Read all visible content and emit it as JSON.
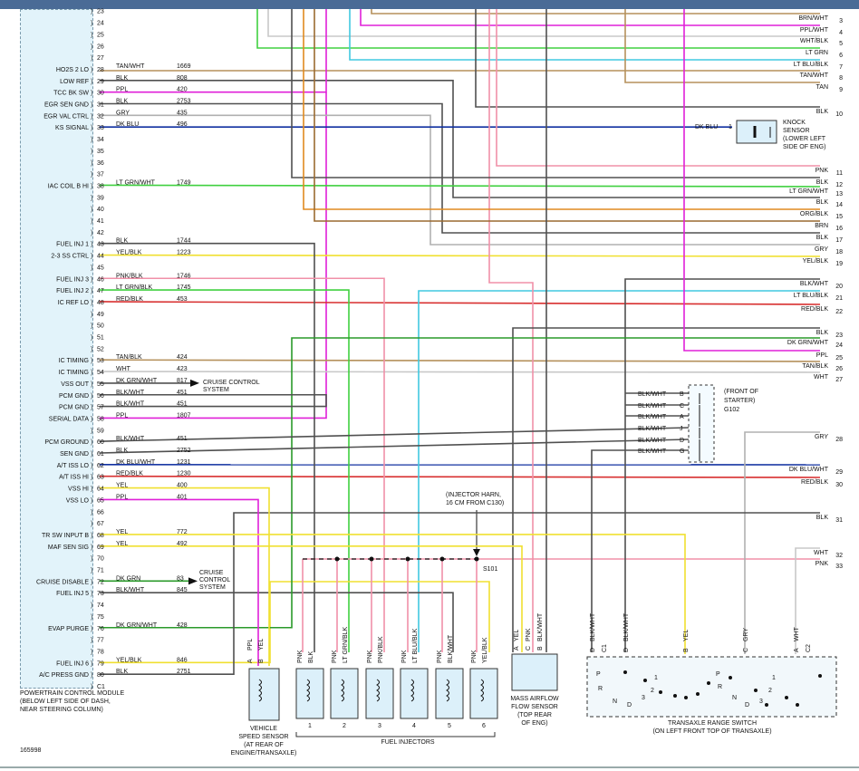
{
  "pcm": {
    "pins": [
      {
        "pin": "23",
        "label": "",
        "color": "",
        "circuit": ""
      },
      {
        "pin": "24",
        "label": "",
        "color": "",
        "circuit": ""
      },
      {
        "pin": "25",
        "label": "",
        "color": "",
        "circuit": ""
      },
      {
        "pin": "26",
        "label": "",
        "color": "",
        "circuit": ""
      },
      {
        "pin": "27",
        "label": "",
        "color": "",
        "circuit": ""
      },
      {
        "pin": "28",
        "label": "HO2S 2 LO",
        "color": "TAN/WHT",
        "circuit": "1669"
      },
      {
        "pin": "29",
        "label": "LOW REF",
        "color": "BLK",
        "circuit": "808"
      },
      {
        "pin": "30",
        "label": "TCC BK SW",
        "color": "PPL",
        "circuit": "420"
      },
      {
        "pin": "31",
        "label": "EGR SEN GND",
        "color": "BLK",
        "circuit": "2753"
      },
      {
        "pin": "32",
        "label": "EGR VAL CTRL",
        "color": "GRY",
        "circuit": "435"
      },
      {
        "pin": "33",
        "label": "KS SIGNAL",
        "color": "DK BLU",
        "circuit": "496"
      },
      {
        "pin": "34",
        "label": "",
        "color": "",
        "circuit": ""
      },
      {
        "pin": "35",
        "label": "",
        "color": "",
        "circuit": ""
      },
      {
        "pin": "36",
        "label": "",
        "color": "",
        "circuit": ""
      },
      {
        "pin": "37",
        "label": "",
        "color": "",
        "circuit": ""
      },
      {
        "pin": "38",
        "label": "IAC COIL B HI",
        "color": "LT GRN/WHT",
        "circuit": "1749"
      },
      {
        "pin": "39",
        "label": "",
        "color": "",
        "circuit": ""
      },
      {
        "pin": "40",
        "label": "",
        "color": "",
        "circuit": ""
      },
      {
        "pin": "41",
        "label": "",
        "color": "",
        "circuit": ""
      },
      {
        "pin": "42",
        "label": "",
        "color": "",
        "circuit": ""
      },
      {
        "pin": "43",
        "label": "FUEL INJ 1",
        "color": "BLK",
        "circuit": "1744"
      },
      {
        "pin": "44",
        "label": "2-3 SS CTRL",
        "color": "YEL/BLK",
        "circuit": "1223"
      },
      {
        "pin": "45",
        "label": "",
        "color": "",
        "circuit": ""
      },
      {
        "pin": "46",
        "label": "FUEL INJ 3",
        "color": "PNK/BLK",
        "circuit": "1746"
      },
      {
        "pin": "47",
        "label": "FUEL INJ 2",
        "color": "LT GRN/BLK",
        "circuit": "1745"
      },
      {
        "pin": "48",
        "label": "IC REF LO",
        "color": "RED/BLK",
        "circuit": "453"
      },
      {
        "pin": "49",
        "label": "",
        "color": "",
        "circuit": ""
      },
      {
        "pin": "50",
        "label": "",
        "color": "",
        "circuit": ""
      },
      {
        "pin": "51",
        "label": "",
        "color": "",
        "circuit": ""
      },
      {
        "pin": "52",
        "label": "",
        "color": "",
        "circuit": ""
      },
      {
        "pin": "53",
        "label": "IC TIMING",
        "color": "TAN/BLK",
        "circuit": "424"
      },
      {
        "pin": "54",
        "label": "IC TIMING",
        "color": "WHT",
        "circuit": "423"
      },
      {
        "pin": "55",
        "label": "VSS OUT",
        "color": "DK GRN/WHT",
        "circuit": "817"
      },
      {
        "pin": "56",
        "label": "PCM GND",
        "color": "BLK/WHT",
        "circuit": "451"
      },
      {
        "pin": "57",
        "label": "PCM GND",
        "color": "BLK/WHT",
        "circuit": "451"
      },
      {
        "pin": "58",
        "label": "SERIAL DATA",
        "color": "PPL",
        "circuit": "1807"
      },
      {
        "pin": "59",
        "label": "",
        "color": "",
        "circuit": ""
      },
      {
        "pin": "60",
        "label": "PCM GROUND",
        "color": "BLK/WHT",
        "circuit": "451"
      },
      {
        "pin": "61",
        "label": "SEN GND",
        "color": "BLK",
        "circuit": "2752"
      },
      {
        "pin": "62",
        "label": "A/T ISS LO",
        "color": "DK BLU/WHT",
        "circuit": "1231"
      },
      {
        "pin": "63",
        "label": "A/T ISS HI",
        "color": "RED/BLK",
        "circuit": "1230"
      },
      {
        "pin": "64",
        "label": "VSS HI",
        "color": "YEL",
        "circuit": "400"
      },
      {
        "pin": "65",
        "label": "VSS LO",
        "color": "PPL",
        "circuit": "401"
      },
      {
        "pin": "66",
        "label": "",
        "color": "",
        "circuit": ""
      },
      {
        "pin": "67",
        "label": "",
        "color": "",
        "circuit": ""
      },
      {
        "pin": "68",
        "label": "TR SW INPUT B",
        "color": "YEL",
        "circuit": "772"
      },
      {
        "pin": "69",
        "label": "MAF SEN SIG",
        "color": "YEL",
        "circuit": "492"
      },
      {
        "pin": "70",
        "label": "",
        "color": "",
        "circuit": ""
      },
      {
        "pin": "71",
        "label": "",
        "color": "",
        "circuit": ""
      },
      {
        "pin": "72",
        "label": "CRUISE DISABLE",
        "color": "DK GRN",
        "circuit": "83"
      },
      {
        "pin": "73",
        "label": "FUEL INJ 5",
        "color": "BLK/WHT",
        "circuit": "845"
      },
      {
        "pin": "74",
        "label": "",
        "color": "",
        "circuit": ""
      },
      {
        "pin": "75",
        "label": "",
        "color": "",
        "circuit": ""
      },
      {
        "pin": "76",
        "label": "EVAP PURGE",
        "color": "DK GRN/WHT",
        "circuit": "428"
      },
      {
        "pin": "77",
        "label": "",
        "color": "",
        "circuit": ""
      },
      {
        "pin": "78",
        "label": "",
        "color": "",
        "circuit": ""
      },
      {
        "pin": "79",
        "label": "FUEL INJ 6",
        "color": "YEL/BLK",
        "circuit": "846"
      },
      {
        "pin": "80",
        "label": "A/C PRESS GND",
        "color": "BLK",
        "circuit": "2751"
      },
      {
        "pin": "C1",
        "label": "",
        "color": "",
        "circuit": ""
      }
    ],
    "caption": [
      "POWERTRAIN CONTROL MODULE",
      "(BELOW LEFT SIDE OF DASH,",
      "NEAR STEERING COLUMN)"
    ],
    "figure_id": "165998"
  },
  "right_terminals": [
    {
      "num": "3",
      "color": "BRN/WHT"
    },
    {
      "num": "4",
      "color": "PPL/WHT"
    },
    {
      "num": "5",
      "color": "WHT/BLK"
    },
    {
      "num": "6",
      "color": "LT GRN"
    },
    {
      "num": "7",
      "color": "LT BLU/BLK"
    },
    {
      "num": "8",
      "color": "TAN/WHT"
    },
    {
      "num": "9",
      "color": "TAN"
    },
    {
      "num": "10",
      "color": "BLK"
    },
    {
      "num": "11",
      "color": "PNK"
    },
    {
      "num": "12",
      "color": "BLK"
    },
    {
      "num": "13",
      "color": "LT GRN/WHT"
    },
    {
      "num": "14",
      "color": "BLK"
    },
    {
      "num": "15",
      "color": "ORG/BLK"
    },
    {
      "num": "16",
      "color": "BRN"
    },
    {
      "num": "17",
      "color": "BLK"
    },
    {
      "num": "18",
      "color": "GRY"
    },
    {
      "num": "19",
      "color": "YEL/BLK"
    },
    {
      "num": "20",
      "color": "BLK/WHT"
    },
    {
      "num": "21",
      "color": "LT BLU/BLK"
    },
    {
      "num": "22",
      "color": "RED/BLK"
    },
    {
      "num": "23",
      "color": "BLK"
    },
    {
      "num": "24",
      "color": "DK GRN/WHT"
    },
    {
      "num": "25",
      "color": "PPL"
    },
    {
      "num": "26",
      "color": "TAN/BLK"
    },
    {
      "num": "27",
      "color": "WHT"
    },
    {
      "num": "28",
      "color": "GRY"
    },
    {
      "num": "29",
      "color": "DK BLU/WHT"
    },
    {
      "num": "30",
      "color": "RED/BLK"
    },
    {
      "num": "31",
      "color": "BLK"
    },
    {
      "num": "32",
      "color": "WHT"
    },
    {
      "num": "33",
      "color": "PNK"
    }
  ],
  "knock_sensor": {
    "wire": "DK BLU",
    "pin": "1",
    "label": [
      "KNOCK",
      "SENSOR",
      "(LOWER LEFT",
      "SIDE OF ENG)"
    ]
  },
  "ground": {
    "pins": [
      {
        "color": "BLK/WHT",
        "pin": "B"
      },
      {
        "color": "BLK/WHT",
        "pin": "C"
      },
      {
        "color": "BLK/WHT",
        "pin": "A"
      },
      {
        "color": "BLK/WHT",
        "pin": "J"
      },
      {
        "color": "BLK/WHT",
        "pin": "D"
      },
      {
        "color": "BLK/WHT",
        "pin": "G"
      }
    ],
    "label": [
      "(FRONT OF",
      "STARTER)",
      "G102"
    ]
  },
  "cruise_text": [
    "CRUISE CONTROL",
    "SYSTEM"
  ],
  "cruise_text2": [
    "CRUISE",
    "CONTROL",
    "SYSTEM"
  ],
  "injector_harness": {
    "label": [
      "(INJECTOR HARN,",
      "16 CM FROM C130)"
    ],
    "splice": "S101"
  },
  "vss": {
    "pins": [
      {
        "pin": "A",
        "color": "PPL"
      },
      {
        "pin": "B",
        "color": "YEL"
      }
    ],
    "label": [
      "VEHICLE",
      "SPEED SENSOR",
      "(AT REAR OF",
      "ENGINE/TRANSAXLE)"
    ]
  },
  "injectors": {
    "items": [
      {
        "num": "1",
        "a": "PNK",
        "b": "BLK"
      },
      {
        "num": "2",
        "a": "PNK",
        "b": "LT GRN/BLK"
      },
      {
        "num": "3",
        "a": "PNK",
        "b": "PNK/BLK"
      },
      {
        "num": "4",
        "a": "PNK",
        "b": "LT BLU/BLK"
      },
      {
        "num": "5",
        "a": "PNK",
        "b": "BLK/WHT"
      },
      {
        "num": "6",
        "a": "PNK",
        "b": "YEL/BLK"
      }
    ],
    "label": "FUEL INJECTORS"
  },
  "maf": {
    "pins": [
      {
        "pin": "A",
        "color": "YEL"
      },
      {
        "pin": "C",
        "color": "PNK"
      },
      {
        "pin": "B",
        "color": "BLK/WHT"
      }
    ],
    "label": [
      "MASS AIRFLOW",
      "FLOW SENSOR",
      "(TOP REAR",
      "OF ENG)"
    ]
  },
  "trs": {
    "pins": [
      {
        "pin": "D",
        "color": "BLK/WHT",
        "conn": "C1"
      },
      {
        "pin": "D",
        "color": "BLK/WHT",
        "conn": ""
      },
      {
        "pin": "B",
        "color": "YEL",
        "conn": ""
      },
      {
        "pin": "C",
        "color": "GRY",
        "conn": ""
      },
      {
        "pin": "A",
        "color": "WHT",
        "conn": "C2"
      }
    ],
    "label": [
      "TRANSAXLE RANGE SWITCH",
      "(ON LEFT FRONT TOP OF TRANSAXLE)"
    ],
    "positions": [
      "P",
      "R",
      "N",
      "D",
      "3",
      "2",
      "1"
    ]
  },
  "colors": {
    "BLK": "#505050",
    "TAN": "#b5915c",
    "BRN": "#9a6a30",
    "PPL": "#e020d8",
    "PNK": "#f090a8",
    "GRY": "#b0b0b0",
    "WHT": "#c8c8c8",
    "DK_BLU": "#1030a0",
    "LT_GRN": "#40d040",
    "DK_GRN": "#2a9a2a",
    "LT_BLU": "#40c8e0",
    "RED": "#d83030",
    "YEL": "#f0e030",
    "ORG": "#e08a20",
    "PCM_BG": "#e2f3fa",
    "SENSOR_BG": "#dcf0fa"
  }
}
